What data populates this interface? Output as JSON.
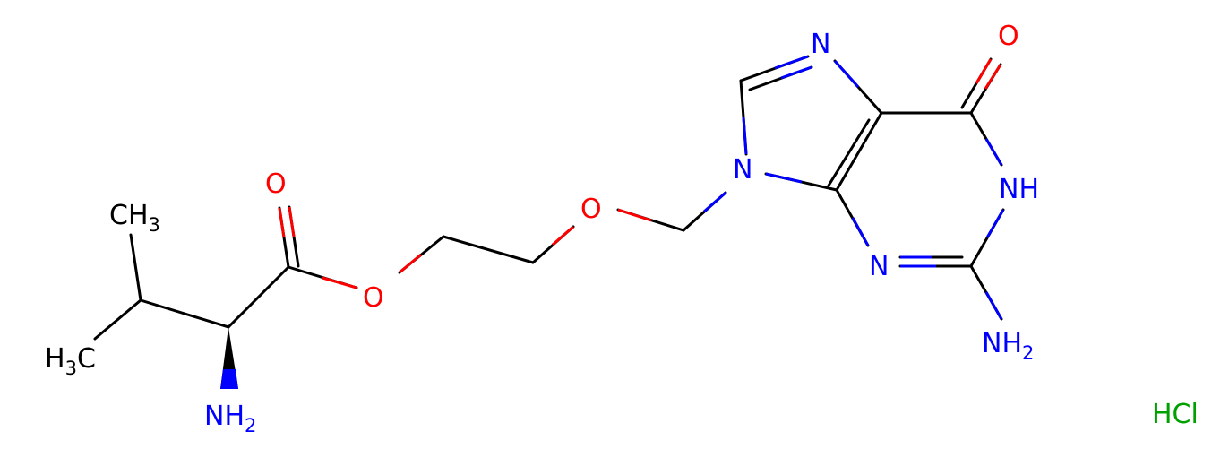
{
  "colors": {
    "bond": "#000000",
    "carbon": "#000000",
    "oxygen": "#ff0000",
    "nitrogen": "#0000ff",
    "chlorine": "#00a000",
    "background": "#ffffff"
  },
  "molecule": {
    "atoms": {
      "methyl_top": {
        "main": "CH",
        "sub": "3"
      },
      "methyl_left_h": "H",
      "methyl_left_sub": "3",
      "methyl_left_c": "C",
      "carbonyl_o": "O",
      "ester_o": "O",
      "ether_o": "O",
      "alpha_nh": "NH",
      "alpha_nh_sub": "2",
      "n9": "N",
      "n7": "N",
      "n3": "N",
      "n1h": "NH",
      "c6_o": "O",
      "c2_nh": "NH",
      "c2_nh_sub": "2"
    },
    "salt": "HCl"
  }
}
